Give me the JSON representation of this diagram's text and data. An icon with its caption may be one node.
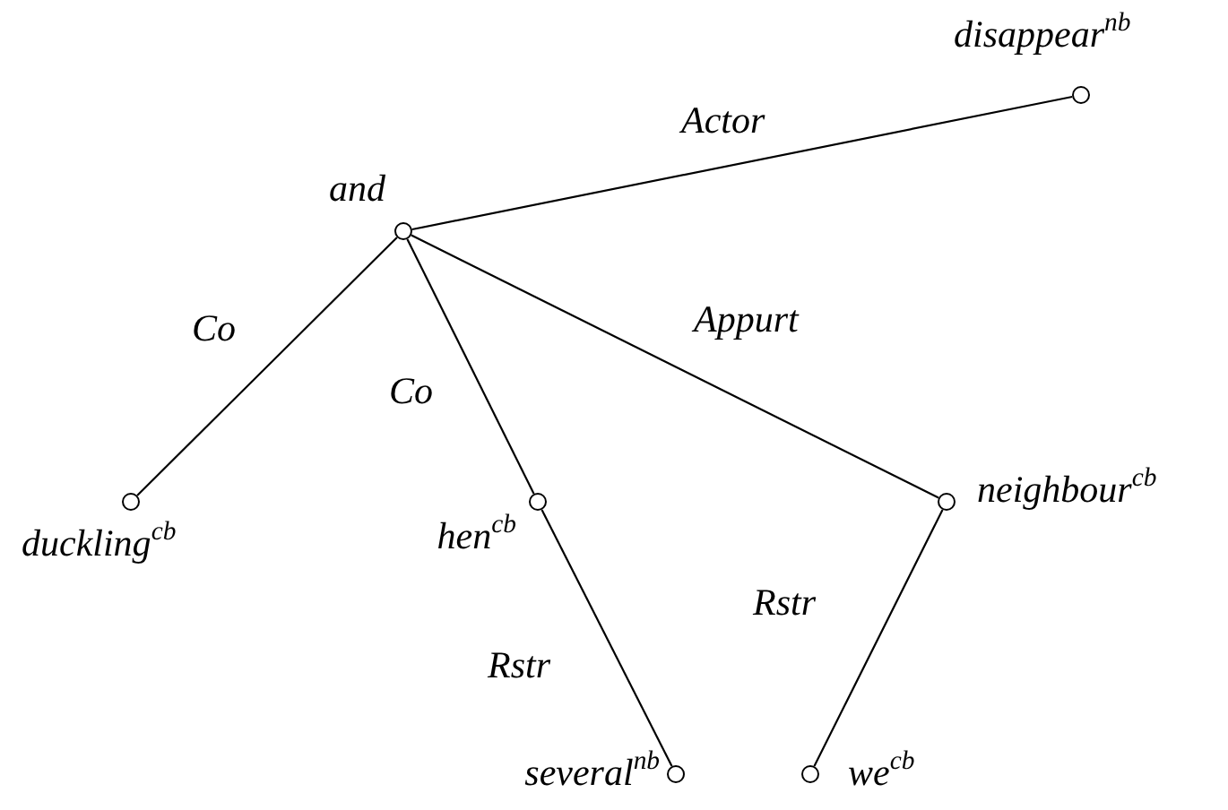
{
  "diagram": {
    "nodes": [
      {
        "text": [
          "disappear$^{nb}$"
        ]
      },
      {
        "text": [
          "and"
        ]
      },
      {
        "text": [
          "duckling$^{cb}$"
        ]
      },
      {
        "text": [
          "hen$^{cb}$"
        ]
      },
      {
        "text": [
          "neighbour$^{cb}$"
        ]
      },
      {
        "text": [
          "several$^{nb}$"
        ]
      },
      {
        "text": [
          "we$^{cb}$"
        ]
      }
    ],
    "edges": [
      {
        "from": 1,
        "to": 0,
        "arrow": "none",
        "label": "Actor"
      },
      {
        "from": 1,
        "to": 2,
        "arrow": "none",
        "label": "Co"
      },
      {
        "from": 1,
        "to": 3,
        "arrow": "none",
        "label": "Co"
      },
      {
        "from": 1,
        "to": 4,
        "arrow": "none",
        "label": "Appurt"
      },
      {
        "from": 3,
        "to": 5,
        "arrow": "none",
        "label": "Rstr"
      },
      {
        "from": 4,
        "to": 6,
        "arrow": "none",
        "label": "Rstr"
      }
    ]
  }
}
